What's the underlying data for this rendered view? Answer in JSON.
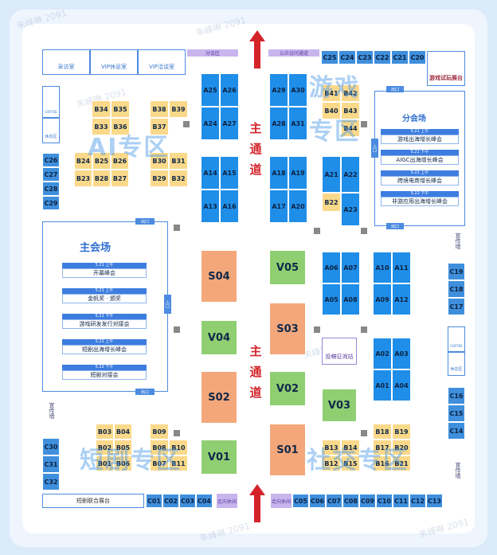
{
  "watermark": "朱峰琳 2091",
  "rooms": {
    "interview": "采访室",
    "vip_rest": "VIP休息室",
    "vip_talk": "VIP洽谈室",
    "coffee": "COFFEE",
    "rest": "休息区",
    "game_trial": "游戏试玩展台",
    "shortdrama_booth": "短剧联合展台",
    "voting": "投稿征询站"
  },
  "zones": {
    "ai": "AI专区",
    "game": "游戏专区",
    "shortdrama": "短剧专区",
    "social": "社交专区"
  },
  "main_road": [
    "主",
    "通",
    "道"
  ],
  "top_labels": {
    "left": "分会区",
    "right": "公众访问通道"
  },
  "entrance": "入口",
  "exit": "出口",
  "bottom_labels": {
    "left": "走向休闲",
    "right": "走向休闲"
  },
  "wall_labels": {
    "left": "宣传墙",
    "right_top": "宣传墙",
    "right_bottom": "宣传墙"
  },
  "main_hall": {
    "title": "主会场",
    "sessions": [
      {
        "time": "5.21 上午",
        "name": "开幕峰会"
      },
      {
        "time": "5.21 上午",
        "name": "金帆奖 · 颁奖"
      },
      {
        "time": "5.21 下午",
        "name": "游戏研发发行对接会"
      },
      {
        "time": "5.22 上午",
        "name": "短剧出海增长峰会"
      },
      {
        "time": "5.22 下午",
        "name": "短剧对接会"
      }
    ]
  },
  "sub_hall": {
    "title": "分会场",
    "sessions": [
      {
        "time": "5.21 上午",
        "name": "游戏出海增长峰会"
      },
      {
        "time": "5.21 下午",
        "name": "AIGC出海增长峰会"
      },
      {
        "time": "5.22 上午",
        "name": "跨境电商增长峰会"
      },
      {
        "time": "5.22 下午",
        "name": "非游应用出海增长峰会"
      }
    ]
  },
  "booths": {
    "top_c": [
      "C25",
      "C24",
      "C23",
      "C22",
      "C21",
      "C20"
    ],
    "left_c": [
      "C26",
      "C27",
      "C28",
      "C29"
    ],
    "left_c2": [
      "C30",
      "C31",
      "C32"
    ],
    "right_c": [
      "C19",
      "C18",
      "C17"
    ],
    "right_c2": [
      "C16",
      "C15",
      "C14"
    ],
    "bottom_c_left": [
      "C01",
      "C02",
      "C03",
      "C04"
    ],
    "bottom_c_right": [
      "C05",
      "C06",
      "C07",
      "C08",
      "C09",
      "C10",
      "C11",
      "C12",
      "C13"
    ],
    "a_block_1": [
      "A25",
      "A26",
      "A24",
      "A27"
    ],
    "a_block_2": [
      "A14",
      "A15",
      "A13",
      "A16"
    ],
    "a_block_3": [
      "A29",
      "A30",
      "A28",
      "A31"
    ],
    "a_block_4": [
      "A18",
      "A19",
      "A17",
      "A20"
    ],
    "a_block_5": [
      "A21",
      "A22",
      "A23"
    ],
    "a_block_6": [
      "A06",
      "A07",
      "A05",
      "A08"
    ],
    "a_block_7": [
      "A10",
      "A11",
      "A09",
      "A12"
    ],
    "a_block_8": [
      "A02",
      "A03",
      "A01",
      "A04"
    ],
    "b_ai_1": [
      "B34",
      "B35",
      "B33",
      "B36"
    ],
    "b_ai_2": [
      "B38",
      "B39",
      "B37"
    ],
    "b_ai_3": [
      "B24",
      "B25",
      "B26",
      "B23",
      "B28",
      "B27"
    ],
    "b_ai_4": [
      "B30",
      "B31",
      "B29",
      "B32"
    ],
    "b_game": [
      "B41",
      "B42",
      "B40",
      "B43",
      "B44"
    ],
    "b22": "B22",
    "b_short_1": [
      "B03",
      "B04",
      "B02",
      "B05",
      "B01",
      "B06"
    ],
    "b_short_2": [
      "B09",
      "B08",
      "B10",
      "B07",
      "B11"
    ],
    "b_social_1": [
      "B13",
      "B14",
      "B12",
      "B15"
    ],
    "b_social_2": [
      "B18",
      "B19",
      "B17",
      "B20",
      "B16",
      "B21"
    ],
    "stages": [
      "S04",
      "S03",
      "S02",
      "S01"
    ],
    "v_stages": [
      "V05",
      "V04",
      "V02",
      "V03",
      "V01"
    ]
  }
}
